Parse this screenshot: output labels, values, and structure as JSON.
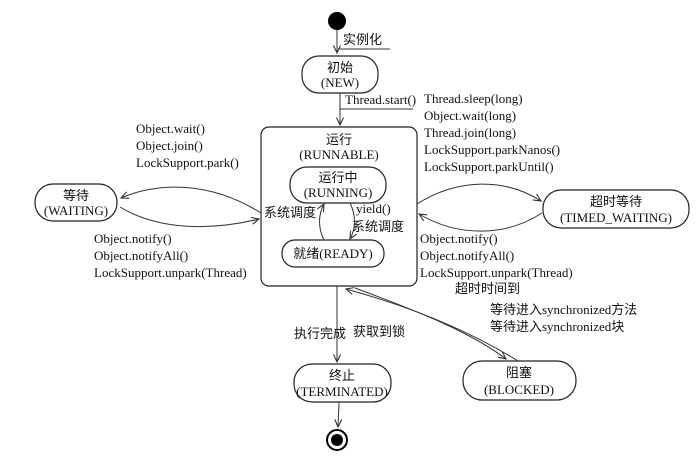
{
  "diagram_title": "Java thread state transition diagram",
  "colors": {
    "stroke": "#222222",
    "background": "#ffffff",
    "text": "#111111"
  },
  "states": {
    "new": {
      "zh": "初始",
      "en": "(NEW)"
    },
    "runnable": {
      "zh": "运行",
      "en": "(RUNNABLE)"
    },
    "running": {
      "zh": "运行中",
      "en": "(RUNNING)"
    },
    "ready": {
      "label": "就绪(READY)"
    },
    "waiting": {
      "zh": "等待",
      "en": "(WAITING)"
    },
    "timed_waiting": {
      "zh": "超时等待",
      "en": "(TIMED_WAITING)"
    },
    "terminated": {
      "zh": "终止",
      "en": "(TERMINATED)"
    },
    "blocked": {
      "zh": "阻塞",
      "en": "(BLOCKED)"
    }
  },
  "transitions": {
    "instantiate": "实例化",
    "thread_start": "Thread.start()",
    "to_waiting": [
      "Object.wait()",
      "Object.join()",
      "LockSupport.park()"
    ],
    "from_waiting": [
      "Object.notify()",
      "Object.notifyAll()",
      "LockSupport.unpark(Thread)"
    ],
    "to_timed_waiting": [
      "Thread.sleep(long)",
      "Object.wait(long)",
      "Thread.join(long)",
      "LockSupport.parkNanos()",
      "LockSupport.parkUntil()"
    ],
    "from_timed_waiting": [
      "Object.notify()",
      "Object.notifyAll()",
      "LockSupport.unpark(Thread)",
      "超时时间到"
    ],
    "yield": "yield()",
    "schedule_left": "系统调度",
    "schedule_right": "系统调度",
    "execution_complete": "执行完成",
    "acquire_lock": "获取到锁",
    "to_blocked": [
      "等待进入synchronized方法",
      "等待进入synchronized块"
    ]
  }
}
